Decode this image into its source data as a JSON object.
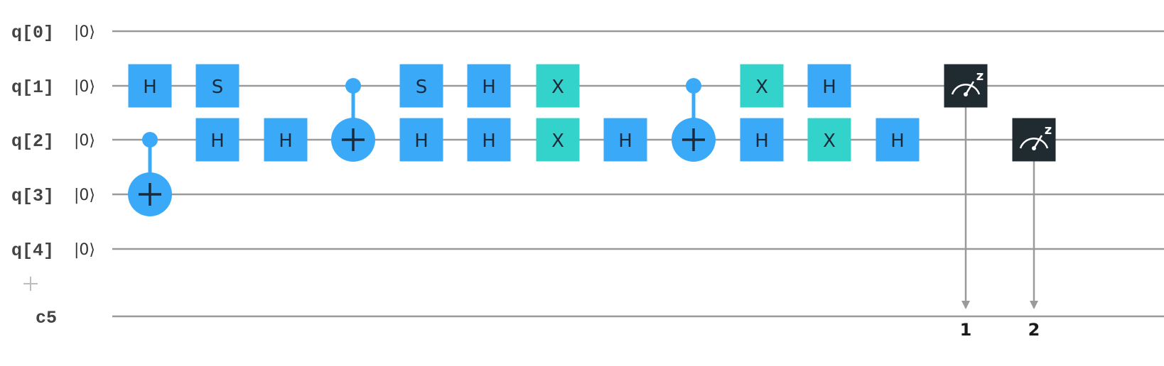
{
  "circuit": {
    "qubits": [
      {
        "label": "q[0]",
        "init": "|0⟩"
      },
      {
        "label": "q[1]",
        "init": "|0⟩"
      },
      {
        "label": "q[2]",
        "init": "|0⟩"
      },
      {
        "label": "q[3]",
        "init": "|0⟩"
      },
      {
        "label": "q[4]",
        "init": "|0⟩"
      }
    ],
    "add_register_label": "+",
    "classical_register": "c5",
    "colors": {
      "gate_blue": "#3aaaf8",
      "gate_teal": "#33d3cc",
      "control": "#3aaaf8",
      "measure": "#1f2a31",
      "wire": "#9a9a9a"
    },
    "gates": [
      {
        "name": "H",
        "qubit": 1,
        "col": 1,
        "color": "blue"
      },
      {
        "name": "S",
        "qubit": 1,
        "col": 2,
        "color": "blue"
      },
      {
        "name": "H",
        "qubit": 2,
        "col": 2,
        "color": "blue"
      },
      {
        "name": "H",
        "qubit": 2,
        "col": 3,
        "color": "blue"
      },
      {
        "name": "S",
        "qubit": 1,
        "col": 5,
        "color": "blue"
      },
      {
        "name": "H",
        "qubit": 2,
        "col": 5,
        "color": "blue"
      },
      {
        "name": "H",
        "qubit": 1,
        "col": 6,
        "color": "blue"
      },
      {
        "name": "H",
        "qubit": 2,
        "col": 6,
        "color": "blue"
      },
      {
        "name": "X",
        "qubit": 1,
        "col": 7,
        "color": "teal"
      },
      {
        "name": "X",
        "qubit": 2,
        "col": 7,
        "color": "teal"
      },
      {
        "name": "H",
        "qubit": 2,
        "col": 8,
        "color": "blue"
      },
      {
        "name": "X",
        "qubit": 1,
        "col": 10,
        "color": "teal"
      },
      {
        "name": "H",
        "qubit": 2,
        "col": 10,
        "color": "blue"
      },
      {
        "name": "H",
        "qubit": 1,
        "col": 11,
        "color": "blue"
      },
      {
        "name": "X",
        "qubit": 2,
        "col": 11,
        "color": "teal"
      },
      {
        "name": "H",
        "qubit": 2,
        "col": 12,
        "color": "blue"
      }
    ],
    "cnots": [
      {
        "control": 2,
        "target": 3,
        "col": 1
      },
      {
        "control": 1,
        "target": 2,
        "col": 4
      },
      {
        "control": 1,
        "target": 2,
        "col": 9
      }
    ],
    "measurements": [
      {
        "qubit": 1,
        "col": 13,
        "bit_label": "1",
        "symbol": "z"
      },
      {
        "qubit": 2,
        "col": 14,
        "bit_label": "2",
        "symbol": "z"
      }
    ]
  }
}
